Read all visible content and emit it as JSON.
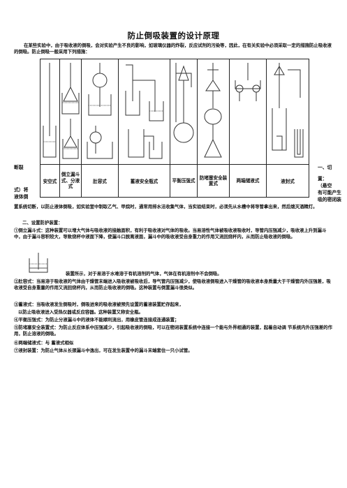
{
  "title": "防止倒吸装置的设计原理",
  "intro": "在某些实验中，由于吸收液的倒吸，会对实验产生不良的影响，如玻璃仪器的炸裂，反应试剂的污染等，因此，在有关实验中必须采取一定的措施防止吸收液的倒吸。防止倒吸一般采用下列措施：",
  "table_labels": [
    "倒立漏斗式、分液式",
    "肚容式",
    "蓄液安全瓶式",
    "平衡压强式",
    "防堵塞安全装置式",
    "两端储液式",
    "液封式"
  ],
  "col0_label": "安空式",
  "left_margin": {
    "line1": "断裂",
    "line2": "式）将",
    "line3": "液体倒"
  },
  "right_margin": {
    "line1": "一、切",
    "line2": "置：",
    "line3": "（悬空",
    "line4": "有可能产生",
    "line5": "吸的密闭装"
  },
  "para1": "置系统切断，以防止液体倒吸，如实验室中制取乙气、甲烷时，通常用排水法收集气体，当实验结束时，必须先从水槽中将导管拿出来，然后熄灭酒精灯。",
  "para2": "二、设置防护装置：",
  "para3": "①倒立漏斗式：这种装置可以增大气体与吸收液的接触面积，有利于吸收液对气体的吸收。当易溶性气体被吸收液吸收时，导管内压强减少，吸收液上升到漏斗中，由于漏斗容积较大，导致烧杯中液面下降，使漏斗口脱离液面，漏斗中的吸收液受自身重力的作用又流回烧杯内，从而防止吸收液的倒吸。",
  "para4": "装置所示，对于易溶于水难溶于有机溶剂的气体，气体在有机溶剂中不会倒吸。",
  "para5": "②肚容式：当易溶于吸收液的气体由干燥管末端进入吸收液被吸收后，导气管内压强减少，使吸收液倒吸进入干燥管的吸收液本身质量大于干燥管内外压强差，吸收液受自身重量的作用又流回烧杯内，从而防止吸收液的倒吸。这种装置与倒置漏斗很类似。",
  "para6": "③蓄液式：当吸收液发生倒吸时，倒吸进来的吸收液被预先设置的蓄液装置贮存起来，",
  "para7": "以防止吸收液进入受热仪器或反应容器。这种装置又称安全瓶。",
  "para8": "④平衡压强式：为防止分液漏斗中的液体不能顺利流出，用橡皮管连接成连通装置；",
  "para9": "⑤防堵塞安全装置式：为防止反应体系中压强减少，引起吸收液的倒吸，可以在密闭装置系统中连接一个能与外界相通的装置，起着自动调    节系统内外压强差的作用，防止溶液的倒吸。",
  "para10": "⑥两端储液式：与  蓄液式相似",
  "para11": "⑦液封装置：为防止气体从长颈漏斗中逸出，可在发生装置中的漏斗末端套住一只小试管。"
}
